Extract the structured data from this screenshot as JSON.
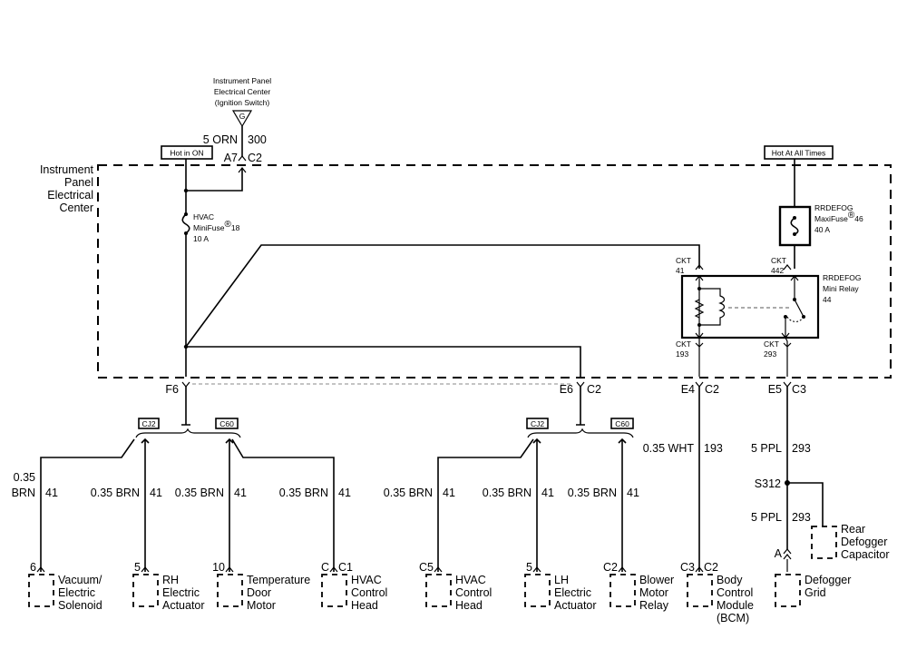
{
  "ignition_source": {
    "lines": [
      "Instrument Panel",
      "Electrical Center",
      "(Ignition Switch)"
    ],
    "terminal": "G",
    "wire": "5 ORN",
    "circuit": "300",
    "pin": "A7",
    "connector": "C2"
  },
  "ipec_label": [
    "Instrument",
    "Panel",
    "Electrical",
    "Center"
  ],
  "hot_in_on": "Hot in ON",
  "hot_at_all_times": "Hot At All Times",
  "hvac_fuse": {
    "lines": [
      "HVAC",
      "MiniFuse",
      "10 A"
    ],
    "reg": "®",
    "number": "18"
  },
  "rrdefog_fuse": {
    "lines": [
      "RRDEFOG",
      "MaxiFuse",
      "40 A"
    ],
    "reg": "®",
    "number": "46"
  },
  "relay": {
    "lines": [
      "RRDEFOG",
      "Mini Relay",
      "44"
    ]
  },
  "ckt_labels": [
    {
      "ckt": "CKT",
      "num": "41"
    },
    {
      "ckt": "CKT",
      "num": "442"
    },
    {
      "ckt": "CKT",
      "num": "193"
    },
    {
      "ckt": "CKT",
      "num": "293"
    }
  ],
  "ipec_outputs": [
    {
      "pin": "F6",
      "connector": ""
    },
    {
      "pin": "E6",
      "connector": "C2"
    },
    {
      "pin": "E4",
      "connector": "C2"
    },
    {
      "pin": "E5",
      "connector": "C3"
    }
  ],
  "splice_tags": [
    "CJ2",
    "C60",
    "CJ2",
    "C60"
  ],
  "wires": [
    {
      "size": "0.35",
      "color": "BRN",
      "circuit": "41"
    },
    {
      "size": "0.35 BRN",
      "circuit": "41"
    },
    {
      "size": "0.35 BRN",
      "circuit": "41"
    },
    {
      "size": "0.35 BRN",
      "circuit": "41"
    },
    {
      "size": "0.35 BRN",
      "circuit": "41"
    },
    {
      "size": "0.35 BRN",
      "circuit": "41"
    },
    {
      "size": "0.35 BRN",
      "circuit": "41"
    },
    {
      "size": "0.35 WHT",
      "circuit": "193"
    },
    {
      "size": "5 PPL",
      "circuit": "293"
    },
    {
      "size": "5 PPL",
      "circuit": "293"
    }
  ],
  "splice_s312": "S312",
  "components": [
    {
      "pin": "6",
      "connector": "",
      "lines": [
        "Vacuum/",
        "Electric",
        "Solenoid"
      ]
    },
    {
      "pin": "5",
      "connector": "",
      "lines": [
        "RH",
        "Electric",
        "Actuator"
      ]
    },
    {
      "pin": "10",
      "connector": "",
      "lines": [
        "Temperature",
        "Door",
        "Motor"
      ]
    },
    {
      "pin": "C",
      "connector": "C1",
      "lines": [
        "HVAC",
        "Control",
        "Head"
      ]
    },
    {
      "pin": "C5",
      "connector": "",
      "lines": [
        "HVAC",
        "Control",
        "Head"
      ]
    },
    {
      "pin": "5",
      "connector": "",
      "lines": [
        "LH",
        "Electric",
        "Actuator"
      ]
    },
    {
      "pin": "C2",
      "connector": "",
      "lines": [
        "Blower",
        "Motor",
        "Relay"
      ]
    },
    {
      "pin": "C3",
      "connector": "C2",
      "lines": [
        "Body",
        "Control",
        "Module",
        "(BCM)"
      ]
    },
    {
      "pin": "A",
      "connector": "",
      "lines": [
        "Defogger",
        "Grid"
      ]
    }
  ],
  "capacitor": {
    "lines": [
      "Rear",
      "Defogger",
      "Capacitor"
    ]
  }
}
